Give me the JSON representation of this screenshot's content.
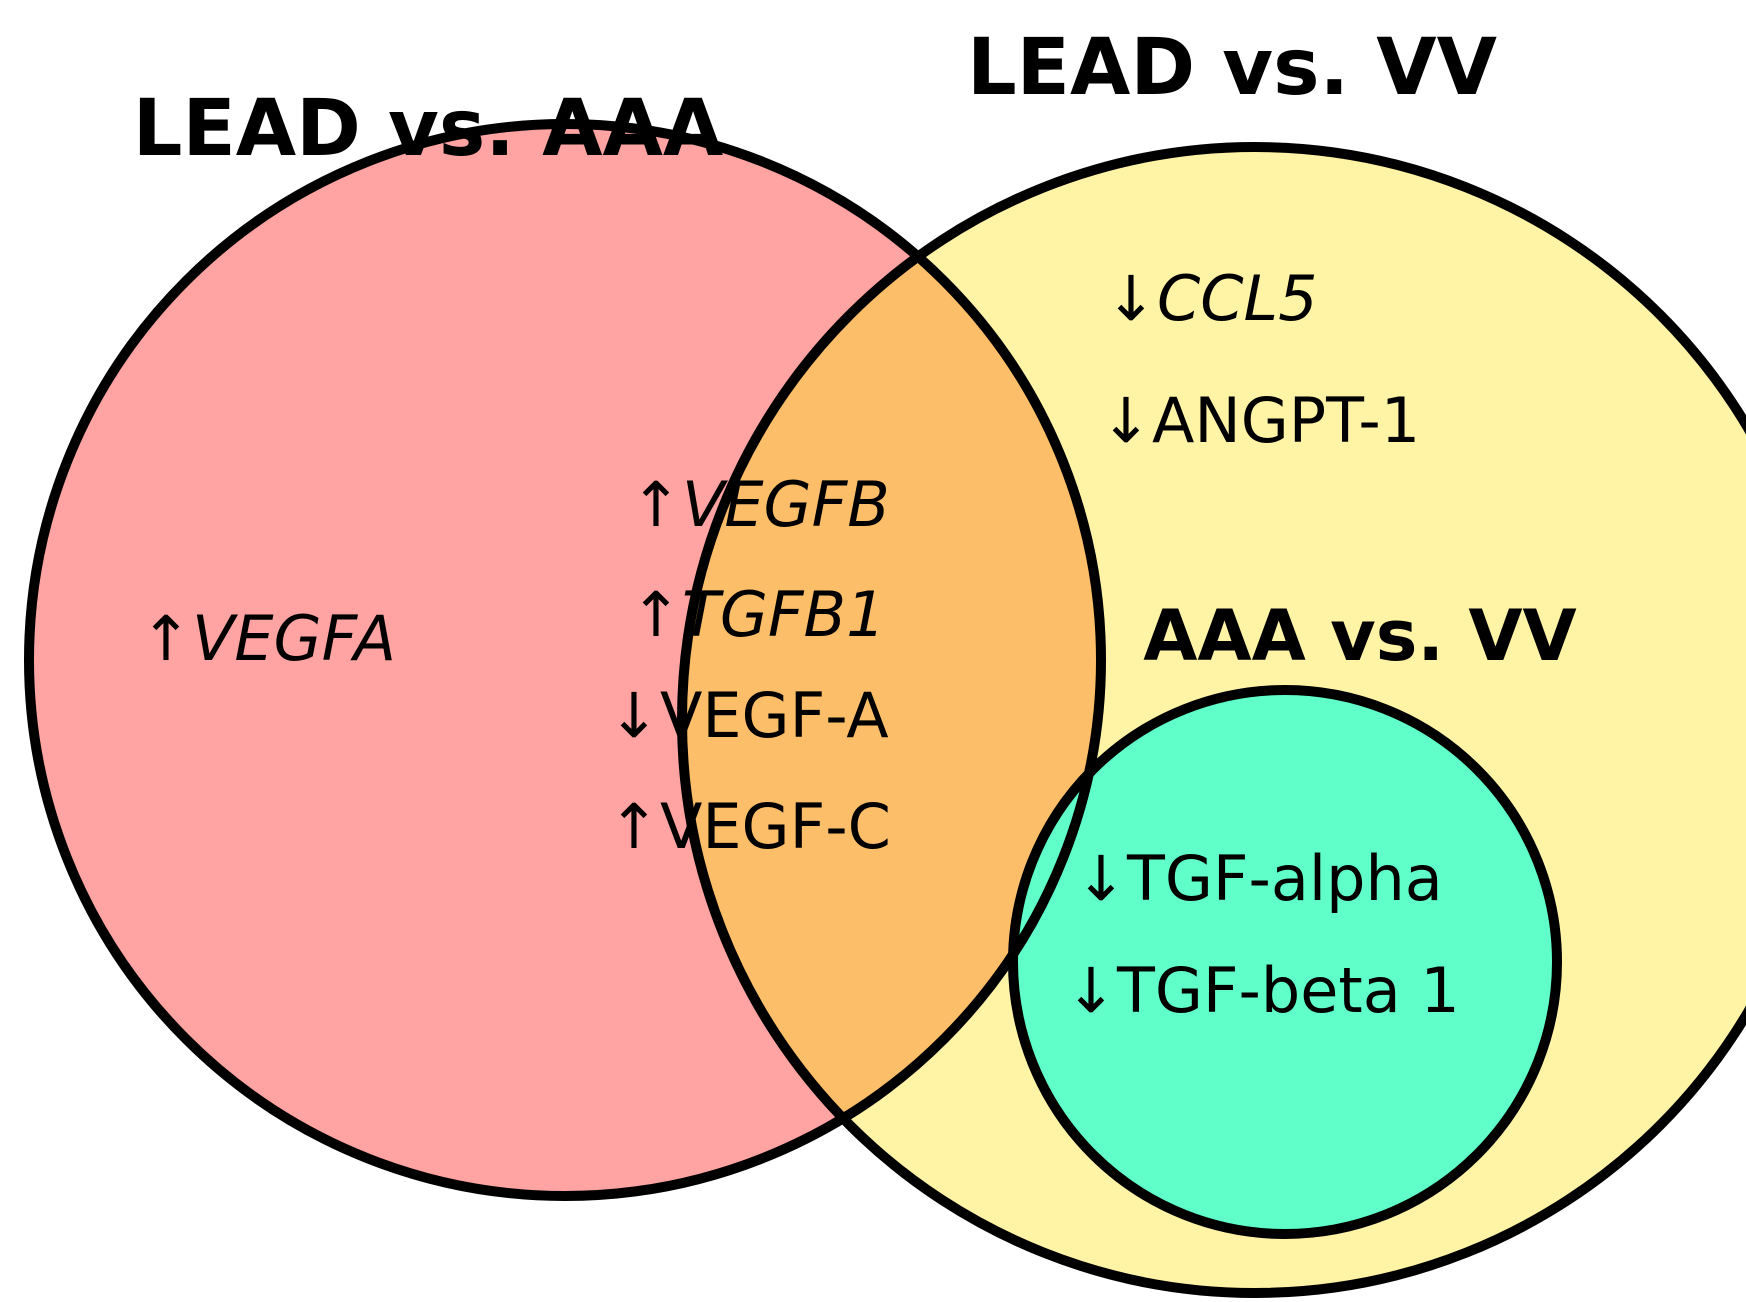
{
  "sets": {
    "lead_vs_aaa": {
      "label": "LEAD vs. AAA",
      "color": "#FFA3A3",
      "items": [
        {
          "arrow": "↑",
          "name": "VEGFA",
          "italic": true
        }
      ]
    },
    "lead_vs_vv": {
      "label": "LEAD vs. VV",
      "color": "#FFF3A6",
      "items": [
        {
          "arrow": "↓",
          "name": "CCL5",
          "italic": true
        },
        {
          "arrow": "↓",
          "name": "ANGPT-1",
          "italic": false
        }
      ]
    },
    "overlap": {
      "color": "#FDBE69",
      "items": [
        {
          "arrow": "↑",
          "name": "VEGFB",
          "italic": true
        },
        {
          "arrow": "↑",
          "name": "TGFB1",
          "italic": true
        },
        {
          "arrow": "↓",
          "name": "VEGF-A",
          "italic": false
        },
        {
          "arrow": "↑",
          "name": "VEGF-C",
          "italic": false
        }
      ]
    },
    "aaa_vs_vv": {
      "label": "AAA vs. VV",
      "color": "#60FFCA",
      "items": [
        {
          "arrow": "↓",
          "name": "TGF-alpha",
          "italic": false
        },
        {
          "arrow": "↓",
          "name": "TGF-beta 1",
          "italic": false
        }
      ]
    }
  }
}
